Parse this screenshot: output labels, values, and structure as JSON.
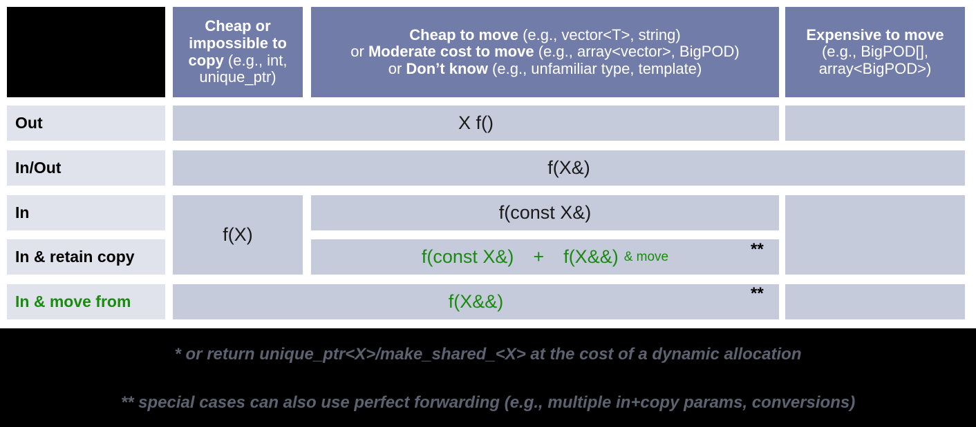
{
  "colors": {
    "header_blue": "#727CA8",
    "body_cell": "#C6CBDC",
    "row_label": "#E0E3EC",
    "green": "#1A8A10",
    "background": "#000000",
    "panel": "#FFFFFF",
    "footnote_text": "#5C6270"
  },
  "table": {
    "corner_label": "",
    "columns": [
      {
        "id": "col-cheap-or-impossible-to-copy",
        "lines": [
          {
            "bold": "Cheap or",
            "rest": ""
          },
          {
            "bold": "impossible to",
            "rest": ""
          },
          {
            "bold": "copy",
            "rest": " (e.g., int,"
          },
          {
            "bold": "",
            "rest": "unique_ptr)"
          }
        ],
        "plain": "Cheap or impossible to copy (e.g., int, unique_ptr)"
      },
      {
        "id": "col-cheap-to-move",
        "lines": [
          {
            "bold": "Cheap to move",
            "rest": " (e.g., vector<T>, string)"
          },
          {
            "pre": "or ",
            "bold": "Moderate cost to move",
            "rest": " (e.g., array<vector>, BigPOD)"
          },
          {
            "pre": "or ",
            "bold": "Don’t know",
            "rest": " (e.g., unfamiliar type, template)"
          }
        ],
        "plain": "Cheap to move (e.g., vector<T>, string) or Moderate cost to move (e.g., array<vector>, BigPOD) or Don’t know (e.g., unfamiliar type, template)"
      },
      {
        "id": "col-expensive-to-move",
        "lines": [
          {
            "bold": "Expensive to move",
            "rest": ""
          },
          {
            "bold": "",
            "rest": "(e.g., BigPOD[],"
          },
          {
            "bold": "",
            "rest": "array<BigPOD>)"
          }
        ],
        "plain": "Expensive to move (e.g., BigPOD[], array<BigPOD>)"
      }
    ],
    "rows": [
      {
        "id": "row-out",
        "label": "Out",
        "green": false
      },
      {
        "id": "row-in-out",
        "label": "In/Out",
        "green": false
      },
      {
        "id": "row-in",
        "label": "In",
        "green": false
      },
      {
        "id": "row-in-retain-copy",
        "label": "In & retain copy",
        "green": false
      },
      {
        "id": "row-in-move-from",
        "label": "In & move from",
        "green": true
      }
    ],
    "cells": {
      "out_main": "X f()",
      "inout_main": "f(X&)",
      "in_copy_cheap": "f(X)",
      "in_main": "f(const X&)",
      "retain_copy_a": "f(const X&)",
      "retain_copy_plus": "+",
      "retain_copy_b": "f(X&&)",
      "retain_copy_b_note": "& move",
      "retain_copy_star": "**",
      "move_from_main": "f(X&&)",
      "move_from_star": "**"
    }
  },
  "footnotes": {
    "one": "* or return unique_ptr<X>/make_shared_<X> at the cost of a dynamic allocation",
    "two": "** special cases can also use perfect forwarding (e.g., multiple in+copy params, conversions)"
  }
}
